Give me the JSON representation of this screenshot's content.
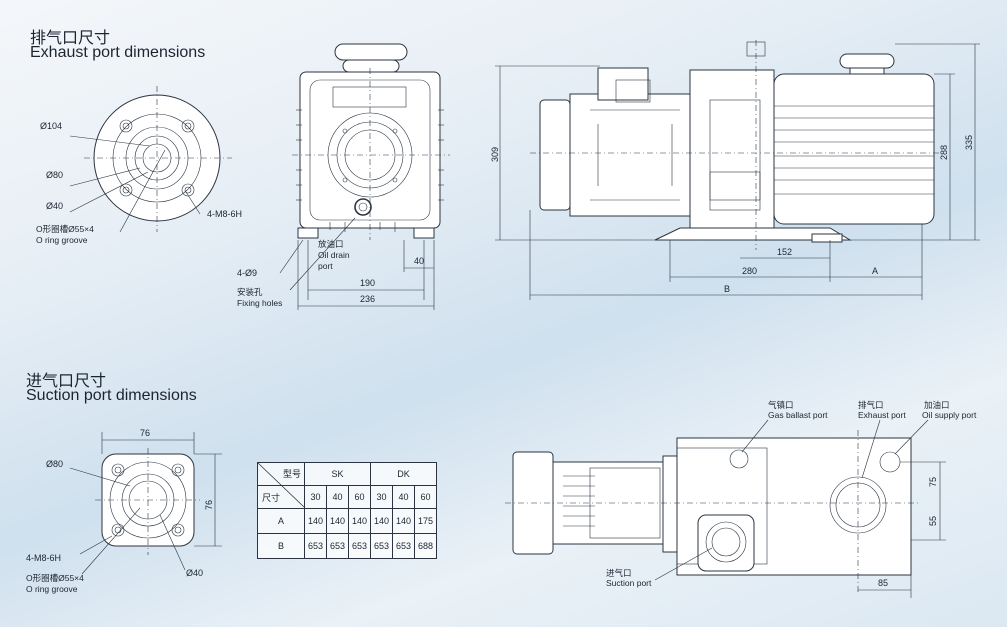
{
  "exhaust": {
    "title_cn": "排气口尺寸",
    "title_en": "Exhaust port dimensions"
  },
  "suction": {
    "title_cn": "进气口尺寸",
    "title_en": "Suction port dimensions"
  },
  "labels": {
    "d104": "Ø104",
    "d80a": "Ø80",
    "d40a": "Ø40",
    "oring_cn_a": "O形圈槽Ø55×4",
    "oring_en_a": "O ring groove",
    "m8a": "4-M8-6H",
    "holes": "4-Ø9",
    "fixing_cn": "安装孔",
    "fixing_en": "Fixing holes",
    "drain_cn": "放油口",
    "drain_en1": "Oil drain",
    "drain_en2": "port",
    "dim190": "190",
    "dim236": "236",
    "dim40": "40",
    "dim309": "309",
    "dim288": "288",
    "dim335": "335",
    "dim152": "152",
    "dim280": "280",
    "dimA": "A",
    "dimB": "B",
    "dim76a": "76",
    "dim76b": "76",
    "d80b": "Ø80",
    "m8b": "4-M8-6H",
    "oring_cn_b": "O形圈槽Ø55×4",
    "oring_en_b": "O ring groove",
    "d40b": "Ø40",
    "gas_cn": "气镇口",
    "gas_en": "Gas ballast port",
    "exh_cn": "排气口",
    "exh_en": "Exhaust port",
    "oil_cn": "加油口",
    "oil_en": "Oil supply port",
    "suc_cn": "进气口",
    "suc_en": "Suction port",
    "dim75": "75",
    "dim55": "55",
    "dim85": "85"
  },
  "table": {
    "corner_top": "型号",
    "corner_bottom": "尺寸",
    "groups": [
      "SK",
      "DK"
    ],
    "sizes": [
      "30",
      "40",
      "60",
      "30",
      "40",
      "60"
    ],
    "rows": [
      {
        "label": "A",
        "values": [
          "140",
          "140",
          "140",
          "140",
          "140",
          "175"
        ]
      },
      {
        "label": "B",
        "values": [
          "653",
          "653",
          "653",
          "653",
          "653",
          "688"
        ]
      }
    ]
  }
}
